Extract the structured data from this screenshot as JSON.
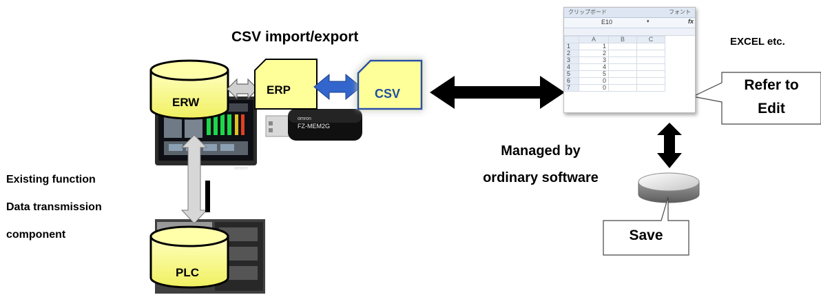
{
  "heading_csv_io": "CSV import/export",
  "databases": {
    "erw": "ERW",
    "plc": "PLC"
  },
  "cards": {
    "erp": "ERP",
    "csv": "CSV"
  },
  "usb": {
    "brand": "omron",
    "model": "FZ-MEM2G"
  },
  "hmi_brand": "omron",
  "excel_label": "EXCEL etc.",
  "callout_refer": [
    "Refer to",
    "Edit"
  ],
  "managed_label": [
    "Managed by",
    "ordinary software"
  ],
  "existing_label": [
    "Existing function",
    "Data transmission",
    "component"
  ],
  "save_label": "Save",
  "spreadsheet": {
    "ribbon_left": "クリップボード",
    "ribbon_right": "フォント",
    "cell_ref": "E10",
    "fx": "fx",
    "columns": [
      "A",
      "B",
      "C"
    ],
    "rows": [
      {
        "n": "1",
        "a": "1"
      },
      {
        "n": "2",
        "a": "2"
      },
      {
        "n": "3",
        "a": "3"
      },
      {
        "n": "4",
        "a": "4"
      },
      {
        "n": "5",
        "a": "5"
      },
      {
        "n": "6",
        "a": "0"
      },
      {
        "n": "7",
        "a": "0"
      }
    ]
  },
  "colors": {
    "card_fill": "#ffff99",
    "db_fill": "#ffff88",
    "blue_arrow": "#3366cc",
    "csv_text": "#1f4fa0",
    "black_arrow": "#000000",
    "grey_arrow": "#cccccc"
  }
}
